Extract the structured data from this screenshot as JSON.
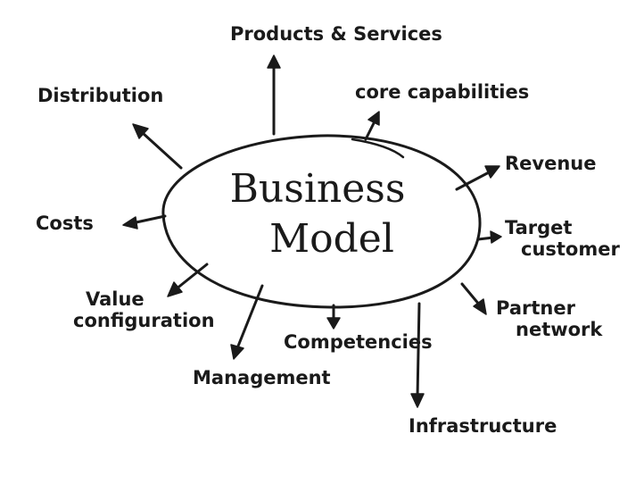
{
  "diagram": {
    "center": {
      "line1": "Business",
      "line2": "Model"
    },
    "nodes": {
      "products_services": "Products & Services",
      "core_capabilities": "core capabilities",
      "distribution": "Distribution",
      "revenue": "Revenue",
      "costs": "Costs",
      "target_customer_1": "Target",
      "target_customer_2": "customer",
      "value_configuration_1": "Value",
      "value_configuration_2": "configuration",
      "partner_network_1": "Partner",
      "partner_network_2": "network",
      "competencies": "Competencies",
      "management": "Management",
      "infrastructure": "Infrastructure"
    },
    "colors": {
      "ink": "#1a1a1a",
      "paper": "#ffffff"
    }
  }
}
